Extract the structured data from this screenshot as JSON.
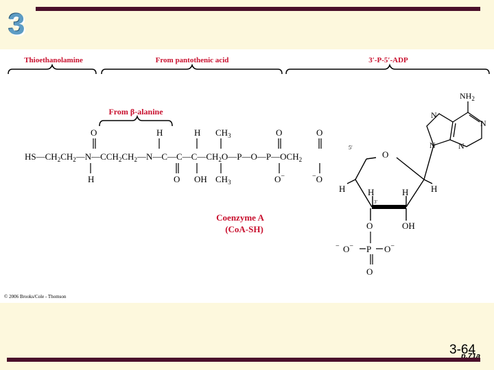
{
  "slide": {
    "number": "3",
    "page": "3-64",
    "figure_ref": "p.71a"
  },
  "copyright": "© 2006 Brooks/Cole - Thomson",
  "labels": {
    "thioethanolamine": "Thioethanolamine",
    "pantothenic": "From pantothenic acid",
    "adp": "3′-P-5′-ADP",
    "beta_alanine": "From β-alanine",
    "coa_name": "Coenzyme A",
    "coa_abbrev": "(CoA-SH)"
  },
  "colors": {
    "accent_red": "#c8102e",
    "bar": "#4a0f2a",
    "slide_number": "#5d9cc4"
  }
}
